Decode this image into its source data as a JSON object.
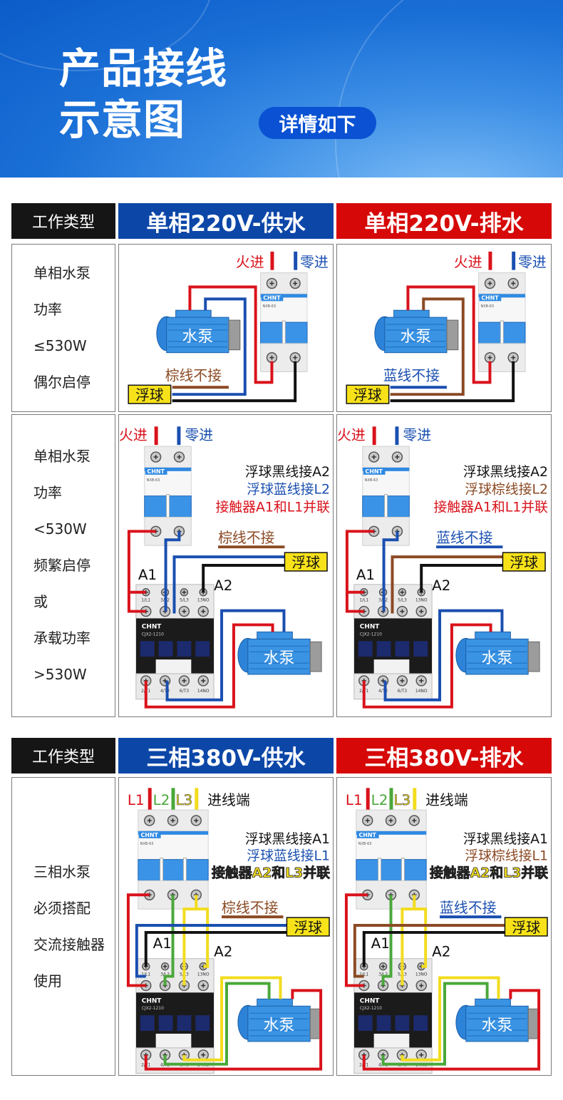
{
  "banner": {
    "title_line1": "产品接线",
    "title_line2": "示意图",
    "details_button": "详情如下"
  },
  "colors": {
    "red": "#d9121b",
    "blue": "#1a4fb0",
    "brown": "#8b4a24",
    "black": "#111111",
    "green": "#4aa83a",
    "yellow": "#f2dc1e",
    "header_blue": "#0c47a8",
    "header_red": "#d60808"
  },
  "common": {
    "live_in": "火进",
    "neutral_in": "零进",
    "pump": "水泵",
    "float": "浮球",
    "brown_unused": "棕线不接",
    "blue_unused": "蓝线不接",
    "brand": "CHNT",
    "contactor_model": "CJX2-1210",
    "breaker_model": "NXB-63",
    "a1": "A1",
    "a2": "A2",
    "l1": "L1",
    "l2": "L2",
    "l3": "L3",
    "incoming": "进线端",
    "top_terminals": [
      "1/L1",
      "3/L2",
      "5/L3",
      "13NO"
    ],
    "bottom_terminals": [
      "2/T1",
      "4/T2",
      "6/T3",
      "14NO"
    ]
  },
  "sections": [
    {
      "header": {
        "type_label": "工作类型",
        "supply": "单相220V-供水",
        "drain": "单相220V-排水"
      },
      "rows": [
        {
          "desc": [
            "单相水泵",
            "功率",
            "≤530W",
            "偶尔启停"
          ]
        },
        {
          "desc": [
            "单相水泵",
            "功率",
            "<530W",
            "频繁启停",
            "或",
            "承载功率",
            ">530W"
          ],
          "supply_notes": [
            "浮球黑线接A2",
            "浮球蓝线接L2",
            "接触器A1和L1并联"
          ],
          "drain_notes": [
            "浮球黑线接A2",
            "浮球棕线接L2",
            "接触器A1和L1并联"
          ]
        }
      ]
    },
    {
      "header": {
        "type_label": "工作类型",
        "supply": "三相380V-供水",
        "drain": "三相380V-排水"
      },
      "rows": [
        {
          "desc": [
            "三相水泵",
            "必须搭配",
            "交流接触器",
            "使用"
          ],
          "supply_notes": [
            "浮球黑线接A1",
            "浮球蓝线接L1",
            "接触器A2和L3并联"
          ],
          "drain_notes": [
            "浮球黑线接A1",
            "浮球棕线接L1",
            "接触器A2和L3并联"
          ]
        }
      ]
    }
  ]
}
